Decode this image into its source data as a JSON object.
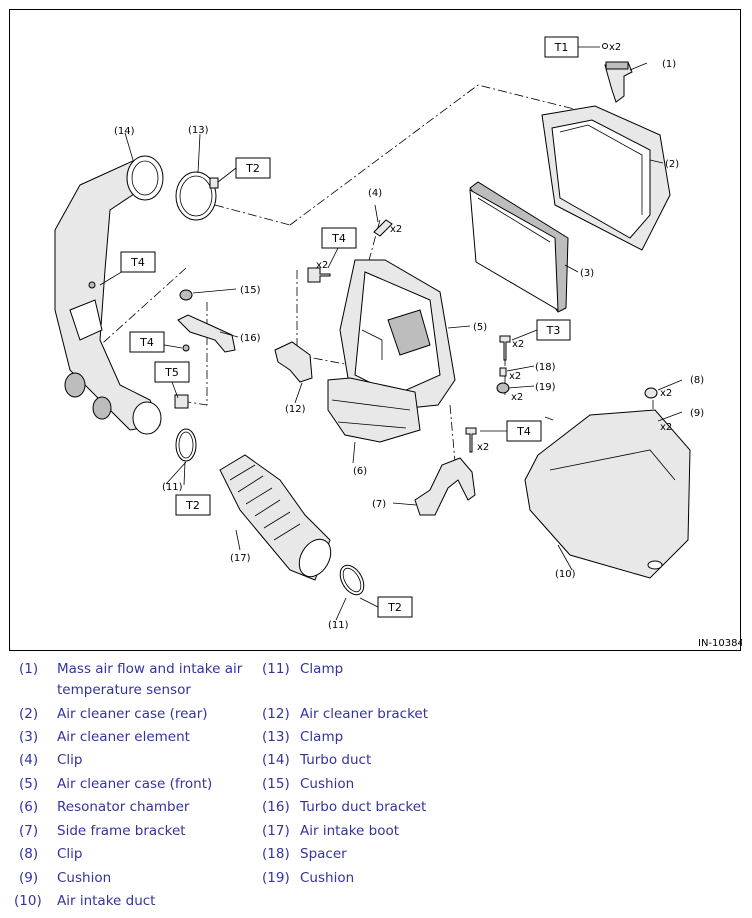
{
  "diagram": {
    "figure_id": "IN-10384",
    "callouts": {
      "c1": "(1)",
      "c2": "(2)",
      "c3": "(3)",
      "c4": "(4)",
      "c5": "(5)",
      "c6": "(6)",
      "c7": "(7)",
      "c8": "(8)",
      "c9": "(9)",
      "c10": "(10)",
      "c11a": "(11)",
      "c11b": "(11)",
      "c12": "(12)",
      "c13": "(13)",
      "c14": "(14)",
      "c15": "(15)",
      "c16": "(16)",
      "c17": "(17)",
      "c18": "(18)",
      "c19": "(19)"
    },
    "torque_tags": {
      "t1": "T1",
      "t2a": "T2",
      "t2b": "T2",
      "t2c": "T2",
      "t3": "T3",
      "t4a": "T4",
      "t4b": "T4",
      "t4c": "T4",
      "t4d": "T4",
      "t5": "T5"
    },
    "quantity_marks": {
      "q1": "x2",
      "q4": "x2",
      "q4b": "x2",
      "q3": "x2",
      "q18": "x2",
      "q19": "x2",
      "q8": "x2",
      "q9": "x2",
      "q7": "x2"
    }
  },
  "legend": {
    "items": [
      {
        "num": "(1)",
        "text": "Mass air flow and intake air temperature sensor"
      },
      {
        "num": "(2)",
        "text": "Air cleaner case (rear)"
      },
      {
        "num": "(3)",
        "text": "Air cleaner element"
      },
      {
        "num": "(4)",
        "text": "Clip"
      },
      {
        "num": "(5)",
        "text": "Air cleaner case (front)"
      },
      {
        "num": "(6)",
        "text": "Resonator chamber"
      },
      {
        "num": "(7)",
        "text": "Side frame bracket"
      },
      {
        "num": "(8)",
        "text": "Clip"
      },
      {
        "num": "(9)",
        "text": "Cushion"
      },
      {
        "num": "(10)",
        "text": "Air intake duct"
      },
      {
        "num": "(11)",
        "text": "Clamp"
      },
      {
        "num": "(12)",
        "text": "Air cleaner bracket"
      },
      {
        "num": "(13)",
        "text": "Clamp"
      },
      {
        "num": "(14)",
        "text": "Turbo duct"
      },
      {
        "num": "(15)",
        "text": "Cushion"
      },
      {
        "num": "(16)",
        "text": "Turbo duct bracket"
      },
      {
        "num": "(17)",
        "text": "Air intake boot"
      },
      {
        "num": "(18)",
        "text": "Spacer"
      },
      {
        "num": "(19)",
        "text": "Cushion"
      }
    ]
  }
}
